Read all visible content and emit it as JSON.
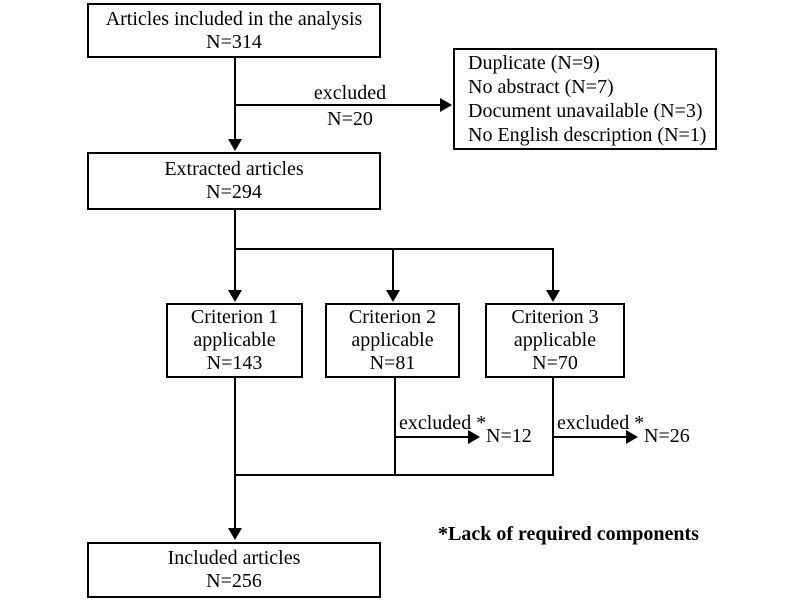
{
  "flowchart": {
    "colors": {
      "line": "#000000",
      "background": "#ffffff",
      "box_fill": "#ffffff"
    },
    "nodes": {
      "analysis": {
        "line1": "Articles included in the analysis",
        "line2": "N=314"
      },
      "exclusion_reasons": {
        "items": [
          "Duplicate (N=9)",
          "No abstract (N=7)",
          "Document unavailable (N=3)",
          "No English description (N=1)"
        ]
      },
      "extracted": {
        "line1": "Extracted articles",
        "line2": "N=294"
      },
      "criterion1": {
        "line1": "Criterion 1",
        "line2": "applicable",
        "line3": "N=143"
      },
      "criterion2": {
        "line1": "Criterion 2",
        "line2": "applicable",
        "line3": "N=81"
      },
      "criterion3": {
        "line1": "Criterion 3",
        "line2": "applicable",
        "line3": "N=70"
      },
      "included": {
        "line1": "Included articles",
        "line2": "N=256"
      }
    },
    "edge_labels": {
      "excluded_initial": {
        "line1": "excluded",
        "line2": "N=20"
      },
      "excluded_criterion2": {
        "label": "excluded *",
        "count": "N=12"
      },
      "excluded_criterion3": {
        "label": "excluded *",
        "count": "N=26"
      },
      "footnote": "*Lack of required components"
    }
  }
}
